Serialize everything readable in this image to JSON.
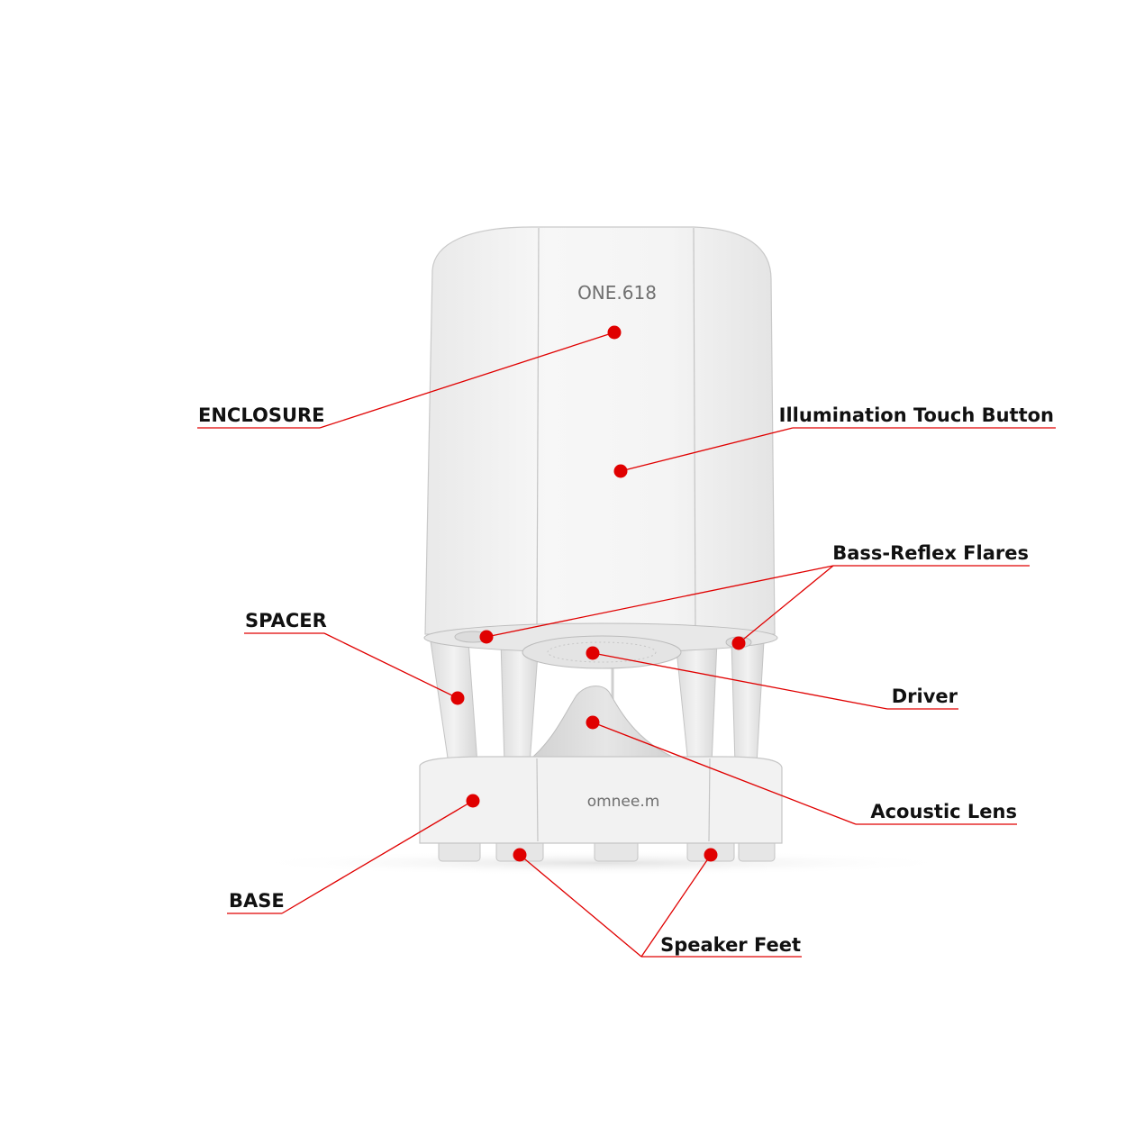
{
  "product": {
    "enclosure_brand": "ONE.618",
    "base_brand": "omnee.m"
  },
  "callouts": {
    "enclosure": "ENCLOSURE",
    "illumination": "Illumination Touch Button",
    "bass_reflex": "Bass-Reflex Flares",
    "spacer": "SPACER",
    "driver": "Driver",
    "acoustic_lens": "Acoustic Lens",
    "base": "BASE",
    "speaker_feet": "Speaker Feet"
  },
  "colors": {
    "leader_line": "#e00000",
    "marker_dot": "#e00000",
    "label_text": "#111111"
  }
}
